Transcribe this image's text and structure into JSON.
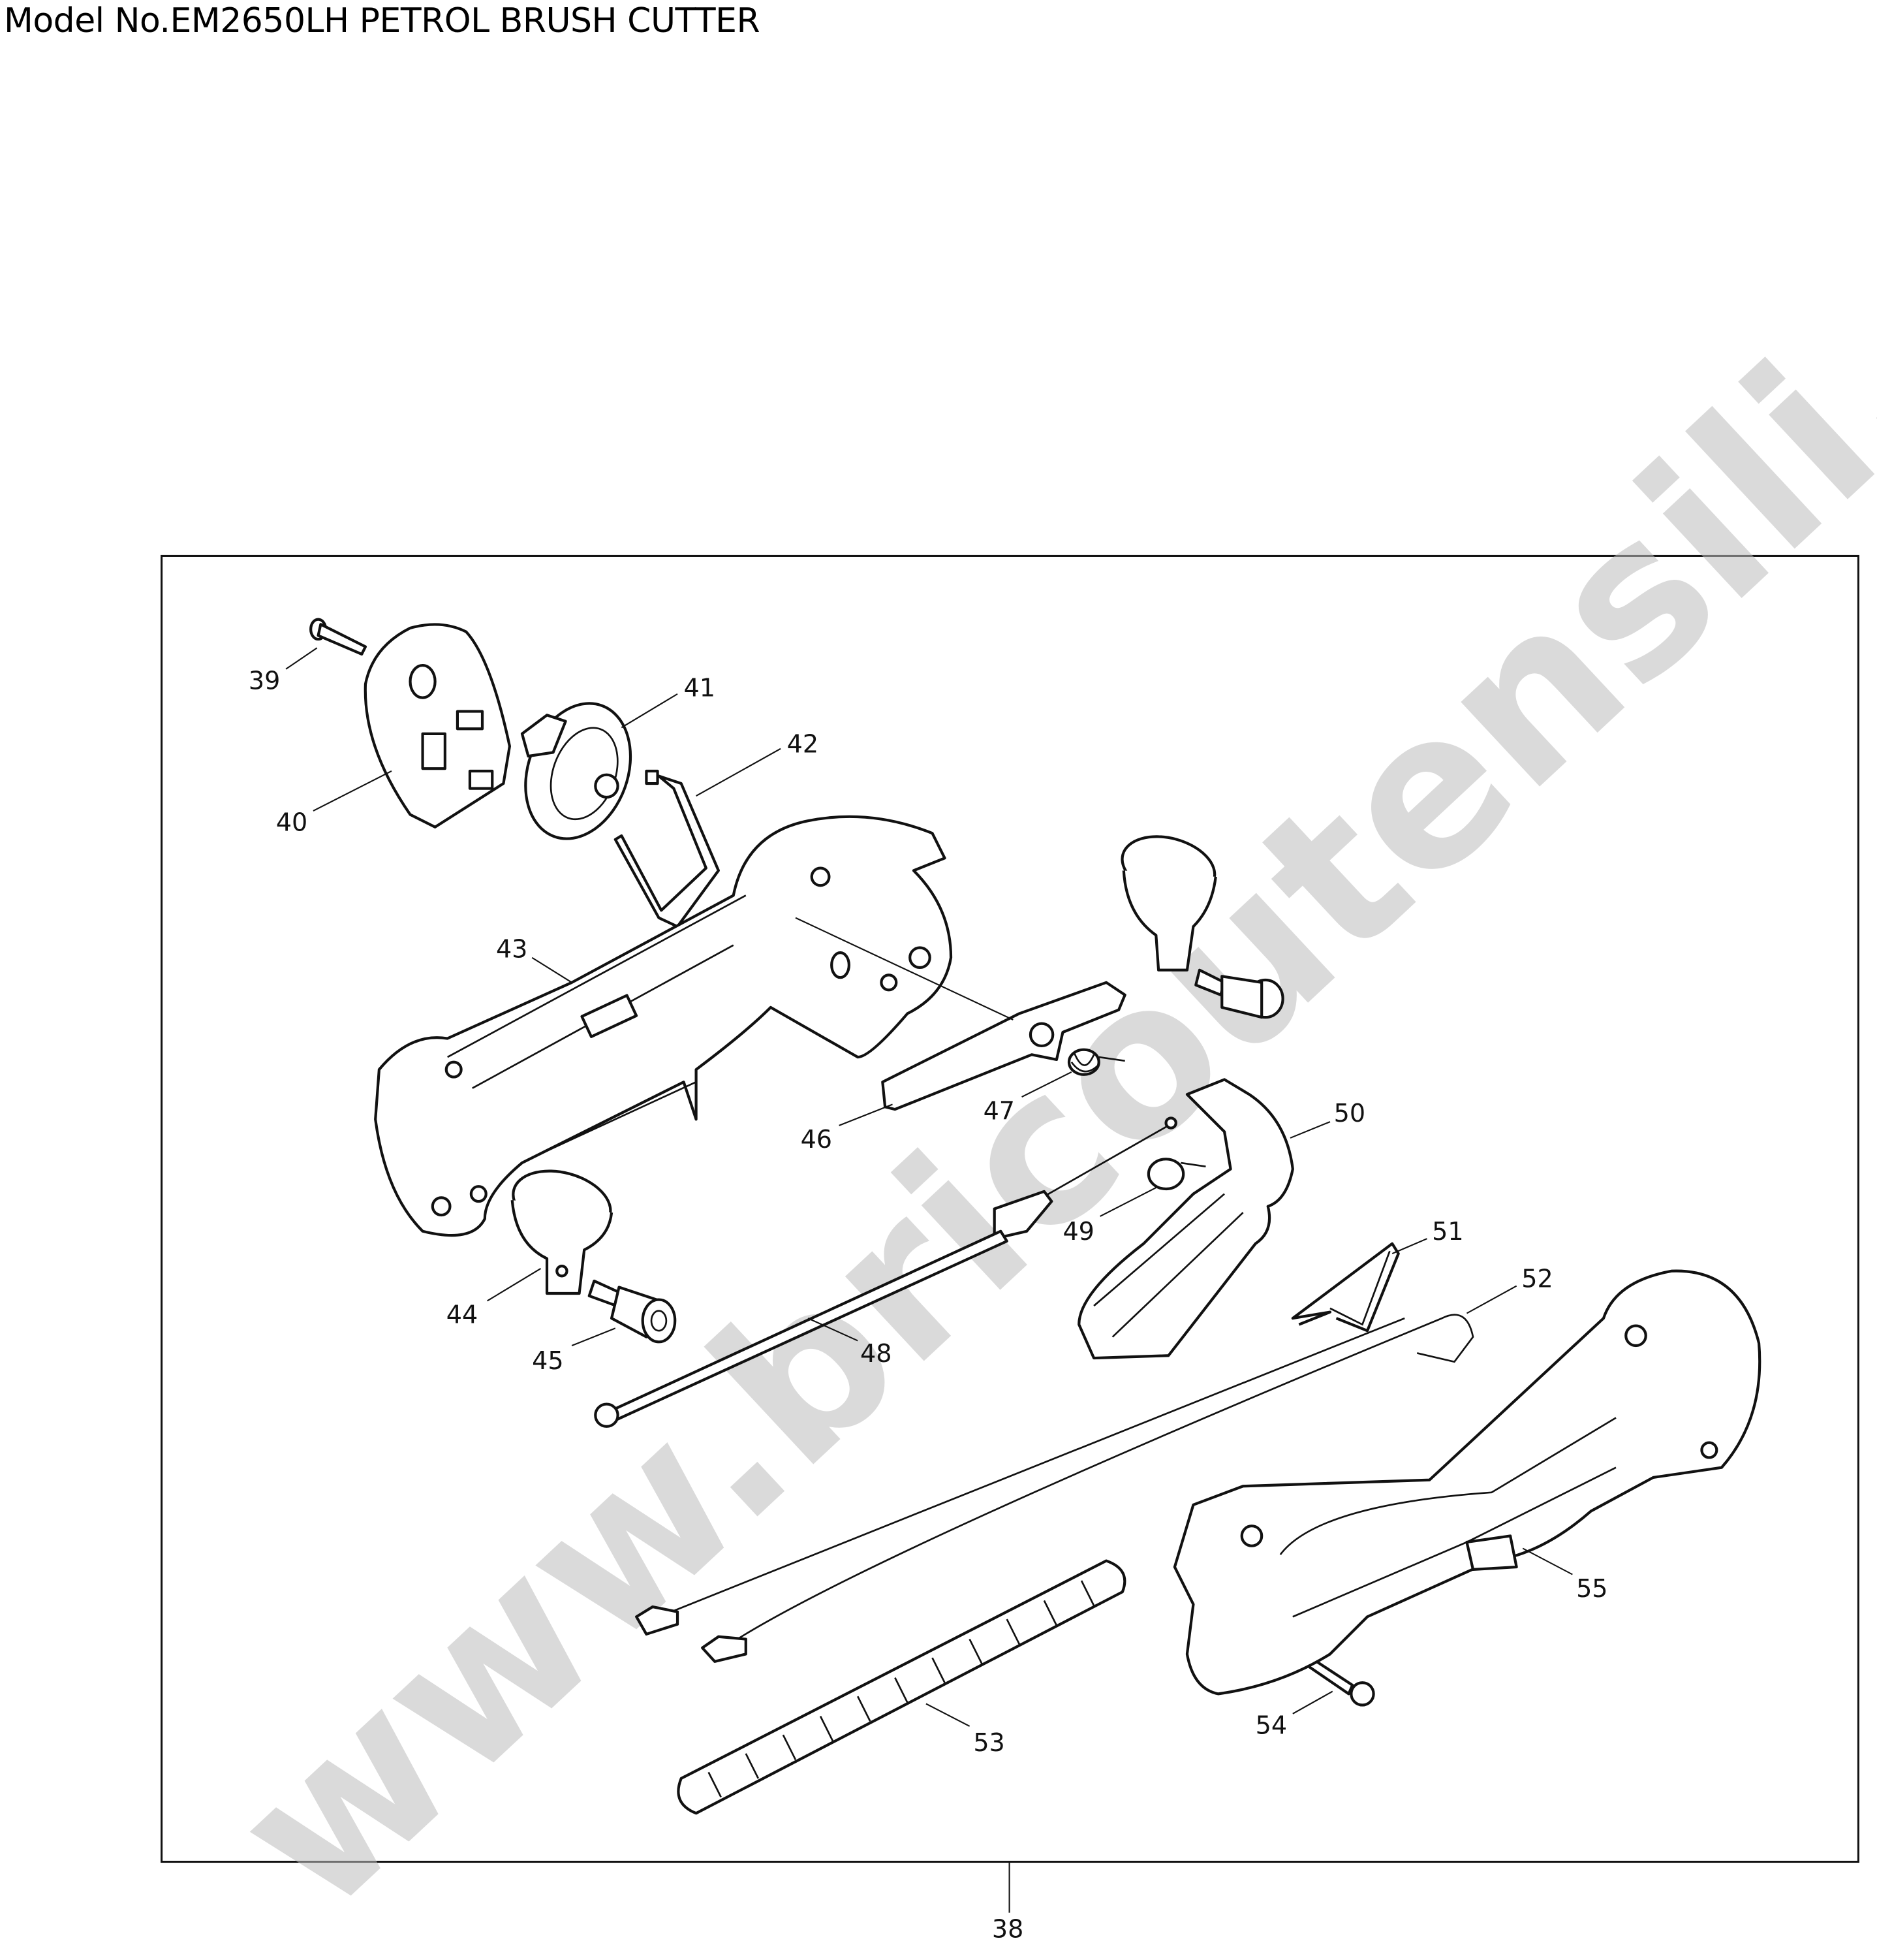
{
  "title": "Model No.EM2650LH PETROL BRUSH CUTTER",
  "watermark": "www.bricoutensili.com",
  "diagram": {
    "frame_reference": "38",
    "part_labels": [
      "39",
      "40",
      "41",
      "42",
      "43",
      "44",
      "45",
      "46",
      "47",
      "48",
      "49",
      "50",
      "51",
      "52",
      "53",
      "54",
      "55"
    ]
  }
}
